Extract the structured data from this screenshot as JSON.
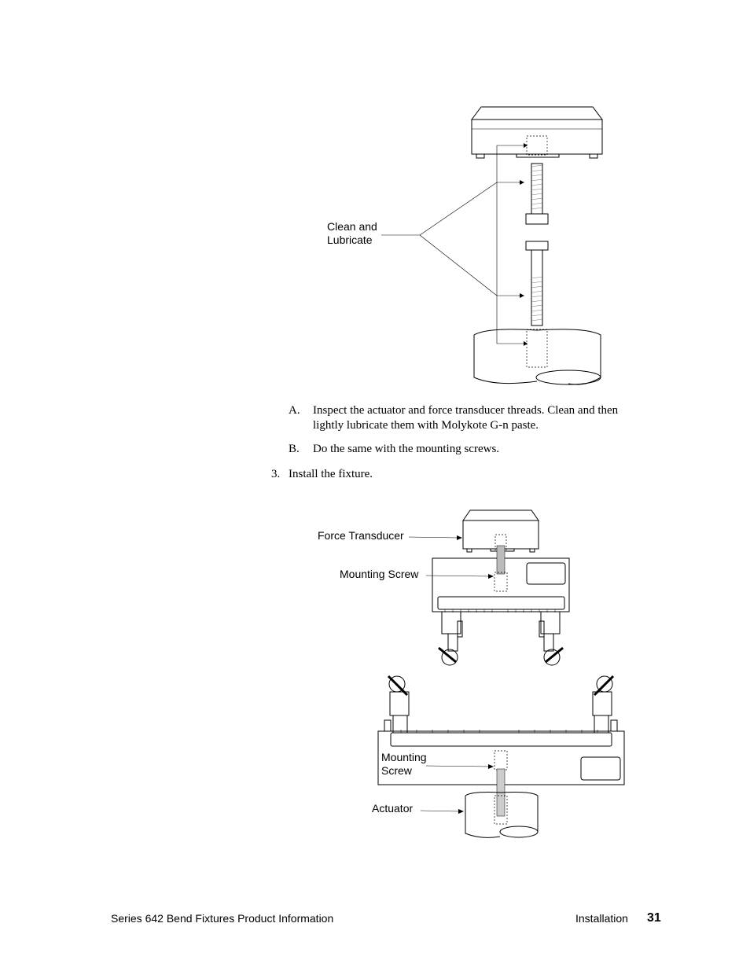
{
  "figure1": {
    "label": "Clean and\nLubricate",
    "label_line1": "Clean and",
    "label_line2": "Lubricate"
  },
  "steps": {
    "step_a_marker": "A.",
    "step_a_text": "Inspect the actuator and force transducer threads. Clean and then lightly lubricate them with Molykote G-n paste.",
    "step_b_marker": "B.",
    "step_b_text": "Do the same with the mounting screws.",
    "step_3_marker": "3.",
    "step_3_text": "Install the fixture."
  },
  "figure2": {
    "force_transducer": "Force Transducer",
    "mounting_screw_top": "Mounting Screw",
    "mounting_screw_bottom_line1": "Mounting",
    "mounting_screw_bottom_line2": "Screw",
    "actuator": "Actuator"
  },
  "footer": {
    "doc_title": "Series 642 Bend Fixtures Product Information",
    "section": "Installation",
    "page_number": "31"
  }
}
